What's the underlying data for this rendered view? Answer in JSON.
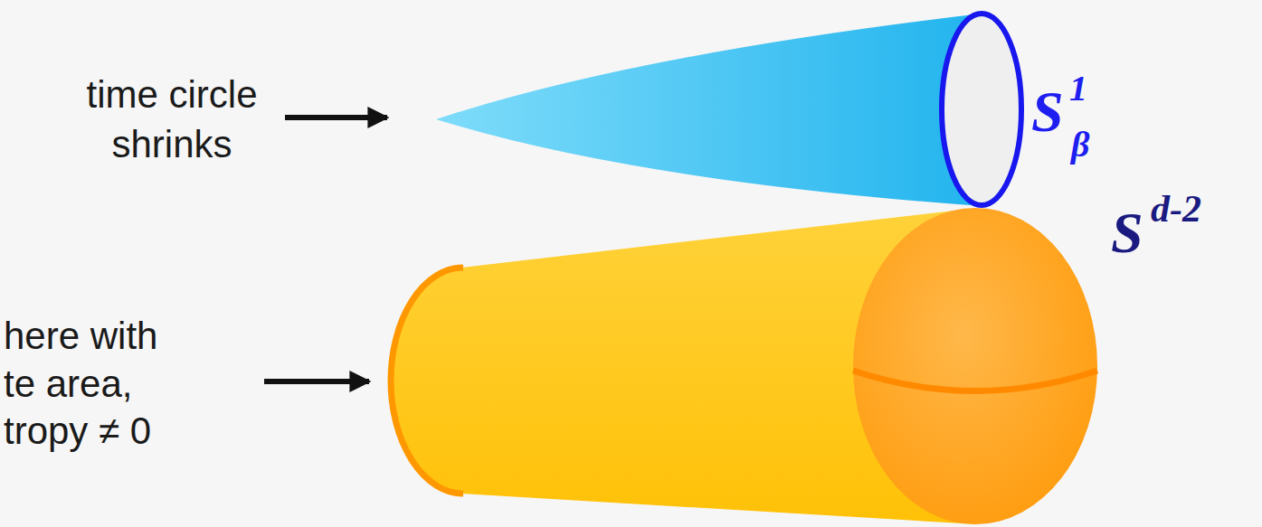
{
  "diagram": {
    "labels": [
      "time circle shrinks",
      "here with te area, tropy ≠ 0",
      "S",
      "1",
      "β",
      "S",
      "d-2"
    ]
  }
}
